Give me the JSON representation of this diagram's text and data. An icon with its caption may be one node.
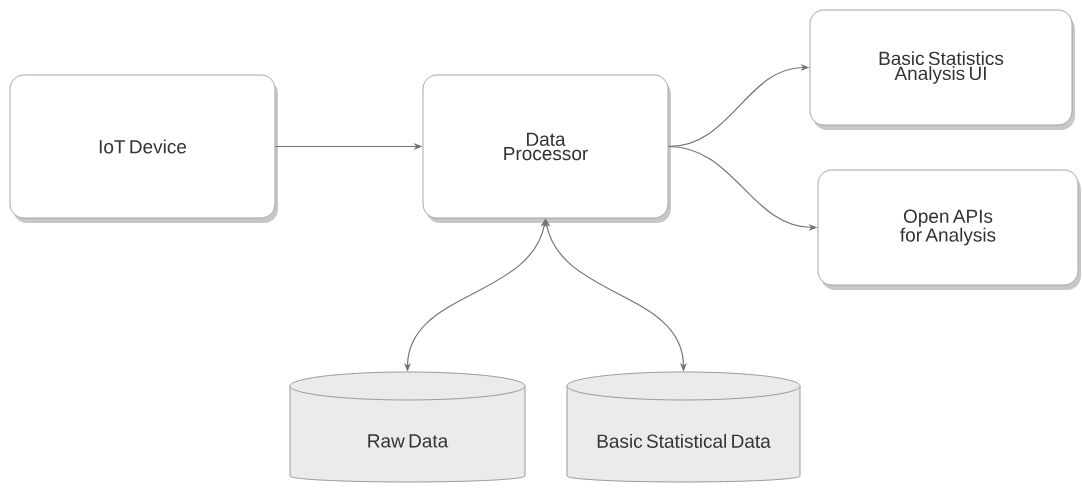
{
  "diagram": {
    "nodes": [
      {
        "text": [
          "IoT Device"
        ]
      },
      {
        "text": [
          "Data Processor"
        ]
      },
      {
        "text": [
          "Basic Statistics Analysis UI"
        ]
      },
      {
        "text": [
          "Open APIs for Analysis"
        ]
      },
      {
        "text": [
          "Raw Data"
        ]
      },
      {
        "text": [
          "Basic Statistical Data"
        ]
      }
    ],
    "edges": [
      {
        "from": 0,
        "to": 1,
        "arrow": "to"
      },
      {
        "from": 1,
        "to": 2,
        "arrow": "to"
      },
      {
        "from": 1,
        "to": 3,
        "arrow": "to"
      },
      {
        "from": 1,
        "to": 4,
        "arrow": "both"
      },
      {
        "from": 1,
        "to": 5,
        "arrow": "both"
      }
    ]
  }
}
